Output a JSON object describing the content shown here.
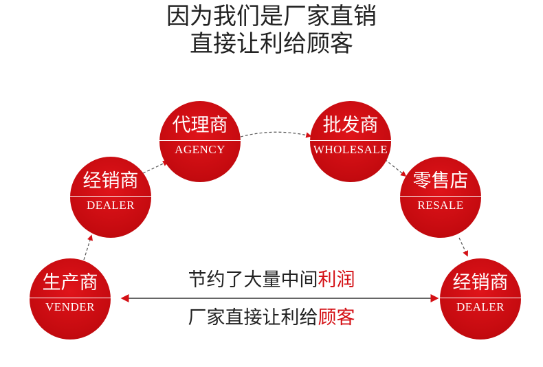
{
  "headline": {
    "line1": "因为我们是厂家直销",
    "line2": "直接让利给顾客"
  },
  "nodes": {
    "vender": {
      "cn": "生产商",
      "en": "VENDER"
    },
    "dealer_left": {
      "cn": "经销商",
      "en": "DEALER"
    },
    "agency": {
      "cn": "代理商",
      "en": "AGENCY"
    },
    "wholesale": {
      "cn": "批发商",
      "en": "WHOLESALE"
    },
    "resale": {
      "cn": "零售店",
      "en": "RESALE"
    },
    "dealer_right": {
      "cn": "经销商",
      "en": "DEALER"
    }
  },
  "caption": {
    "line1_plain": "节约了大量中间",
    "line1_red": "利润",
    "line2_plain": "厂家直接让利给",
    "line2_red": "顾客"
  },
  "colors": {
    "node_red": "#c40a0f",
    "accent_red": "#d40f14",
    "text_dark": "#222222",
    "arrow_dark": "#333333"
  }
}
